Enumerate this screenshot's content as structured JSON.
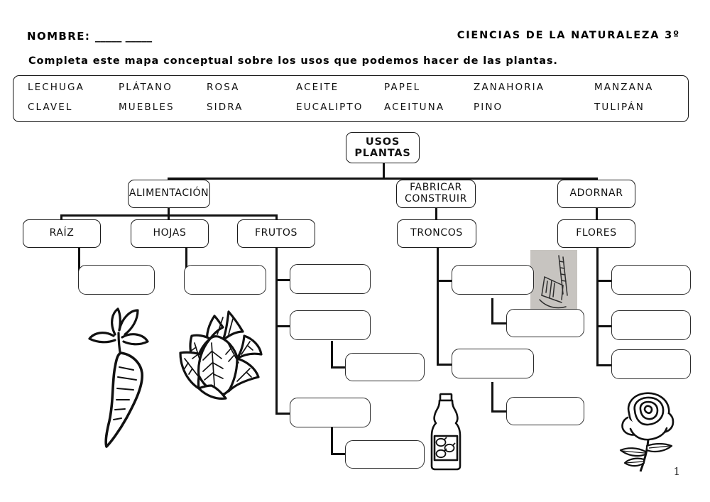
{
  "header": {
    "name_label": "NOMBRE:",
    "name_blank": "_____ _____",
    "subject": "CIENCIAS DE LA NATURALEZA 3º",
    "instruction": "Completa este mapa conceptual sobre los usos que podemos hacer de las plantas."
  },
  "word_bank": {
    "row1": [
      "LECHUGA",
      "PLÁTANO",
      "ROSA",
      "ACEITE",
      "PAPEL",
      "ZANAHORIA",
      "MANZANA"
    ],
    "row2": [
      "CLAVEL",
      "MUEBLES",
      "SIDRA",
      "EUCALIPTO",
      "ACEITUNA",
      "PINO",
      "TULIPÁN"
    ]
  },
  "map": {
    "root": "USOS\nPLANTAS",
    "root_line1": "USOS",
    "root_line2": "PLANTAS",
    "level2": [
      {
        "id": "alimentacion",
        "label": "ALIMENTACIÓN"
      },
      {
        "id": "fabricar",
        "label_line1": "FABRICAR",
        "label_line2": "CONSTRUIR"
      },
      {
        "id": "adornar",
        "label": "ADORNAR"
      }
    ],
    "level3": [
      {
        "id": "raiz",
        "label": "RAÍZ"
      },
      {
        "id": "hojas",
        "label": "HOJAS"
      },
      {
        "id": "frutos",
        "label": "FRUTOS"
      },
      {
        "id": "troncos",
        "label": "TRONCOS"
      },
      {
        "id": "flores",
        "label": "FLORES"
      }
    ],
    "answer_blanks_count": 13
  },
  "illustrations": [
    {
      "id": "carrot",
      "name": "carrot-illustration"
    },
    {
      "id": "lettuce",
      "name": "lettuce-illustration"
    },
    {
      "id": "rocking-chair",
      "name": "rocking-chair-illustration"
    },
    {
      "id": "oil-bottle",
      "name": "olive-oil-bottle-illustration"
    },
    {
      "id": "rose",
      "name": "rose-illustration"
    }
  ],
  "footer": {
    "page_number": "1"
  },
  "colors": {
    "ink": "#111111",
    "paper": "#ffffff",
    "chair_bg": "#c9c6c2"
  }
}
